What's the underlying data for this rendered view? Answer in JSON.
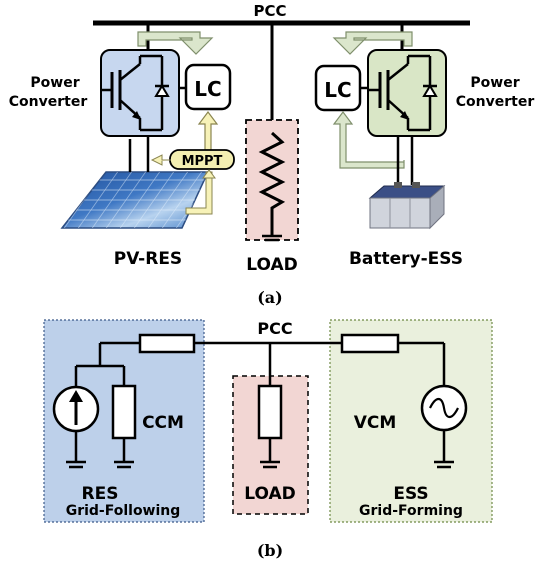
{
  "part_a": {
    "pcc": "PCC",
    "power_converter_left": [
      "Power",
      "Converter"
    ],
    "power_converter_right": [
      "Power",
      "Converter"
    ],
    "lc_left": "LC",
    "lc_right": "LC",
    "mppt": "MPPT",
    "pv_res": "PV-RES",
    "load": "LOAD",
    "battery_ess": "Battery-ESS",
    "caption": "(a)"
  },
  "part_b": {
    "pcc": "PCC",
    "ccm": "CCM",
    "vcm": "VCM",
    "res": "RES",
    "grid_following": "Grid-Following",
    "load": "LOAD",
    "ess": "ESS",
    "grid_forming": "Grid-Forming",
    "caption": "(b)"
  },
  "colors": {
    "converter_blue": "#c7d7ef",
    "converter_green": "#d9e6c6",
    "load_pink": "#f2d6d3",
    "res_box_blue": "#bdd0ea",
    "ess_box_green": "#eaf0dd",
    "mppt_yellow": "#f4efb2",
    "arrow_green": "#dbe6cc",
    "arrow_yellow": "#f7f2b8"
  }
}
